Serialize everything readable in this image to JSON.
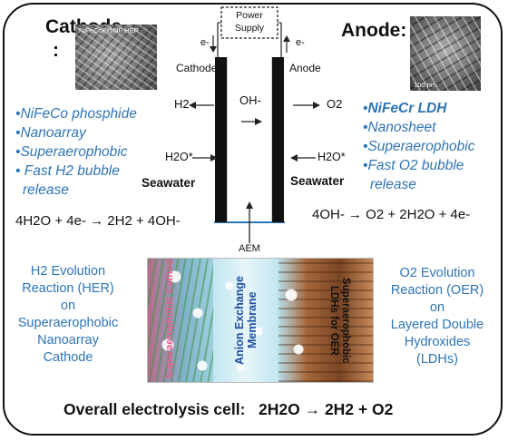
{
  "cathode": {
    "title": "Cathode",
    "colon": ":",
    "image_caption": "NiFeCoP@NF HER",
    "bullets": [
      "NiFeCo phosphide",
      "Nanoarray",
      "Superaerophobic",
      "Fast H2 bubble",
      "release"
    ],
    "reaction": "4H2O + 4e- → 2H2 + 4OH-",
    "evolution": [
      "H2 Evolution",
      "Reaction (HER)",
      "on",
      "Superaerophobic",
      "Nanoarray",
      "Cathode"
    ]
  },
  "anode": {
    "title": "Anode:",
    "scale_bar": "100 nm",
    "bullets": [
      "NiFeCr LDH",
      "Nanosheet",
      "Superaerophobic",
      "Fast O2 bubble",
      "release"
    ],
    "reaction": "4OH- → O2 + 2H2O + 4e-",
    "evolution": [
      "O2 Evolution",
      "Reaction (OER)",
      "on",
      "Layered Double",
      "Hydroxides",
      "(LDHs)"
    ]
  },
  "cell": {
    "power_supply": [
      "Power",
      "Supply"
    ],
    "electron": "e-",
    "cathode_label": "Cathode",
    "anode_label": "Anode",
    "h2": "H2",
    "o2": "O2",
    "oh": "OH-",
    "h2o_left": "H2O*",
    "h2o_right": "H2O*",
    "seawater_left": "Seawater",
    "seawater_right": "Seawater",
    "aem": "AEM"
  },
  "schematic": {
    "left_text": "Superaerophobic Cathode for HER",
    "middle_text": [
      "Anion Exchange",
      "Membrane"
    ],
    "right_text": [
      "Superaerophobic",
      "LDHs for OER"
    ]
  },
  "overall": {
    "prefix": "Overall electrolysis cell:",
    "equation": "2H2O → 2H2 + O2"
  },
  "colors": {
    "accent_blue": "#2e75b6",
    "membrane_blue": "#1f4fa0",
    "her_pink": "#e85c8c"
  }
}
